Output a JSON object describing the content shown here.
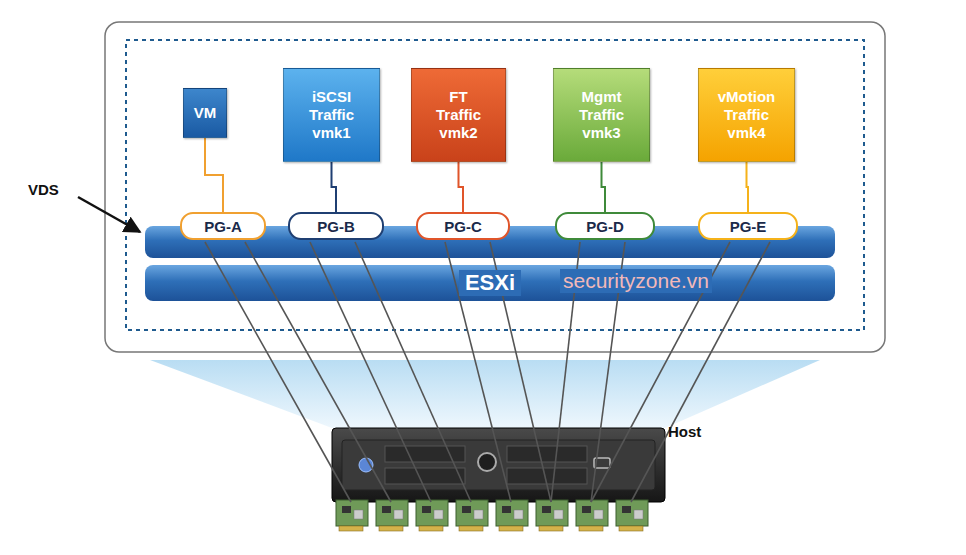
{
  "diagram": {
    "nodes": [
      {
        "text": [
          "VM"
        ]
      },
      {
        "text": [
          "iSCSI Traffic vmk1"
        ]
      },
      {
        "text": [
          "FT Traffic vmk2"
        ]
      },
      {
        "text": [
          "Mgmt Traffic vmk3"
        ]
      },
      {
        "text": [
          "vMotion Traffic vmk4"
        ]
      },
      {
        "text": [
          "PG-A"
        ]
      },
      {
        "text": [
          "PG-B"
        ]
      },
      {
        "text": [
          "PG-C"
        ]
      },
      {
        "text": [
          "PG-D"
        ]
      },
      {
        "text": [
          "PG-E"
        ]
      },
      {
        "text": [
          "ESXi"
        ]
      }
    ],
    "edges": [
      {
        "from": 0,
        "to": 5,
        "arrow": "none"
      },
      {
        "from": 1,
        "to": 6,
        "arrow": "none"
      },
      {
        "from": 2,
        "to": 7,
        "arrow": "none"
      },
      {
        "from": 3,
        "to": 8,
        "arrow": "none"
      },
      {
        "from": 4,
        "to": 9,
        "arrow": "none"
      }
    ],
    "labels": [
      "VDS",
      "Host",
      "securityzone.vn"
    ]
  }
}
